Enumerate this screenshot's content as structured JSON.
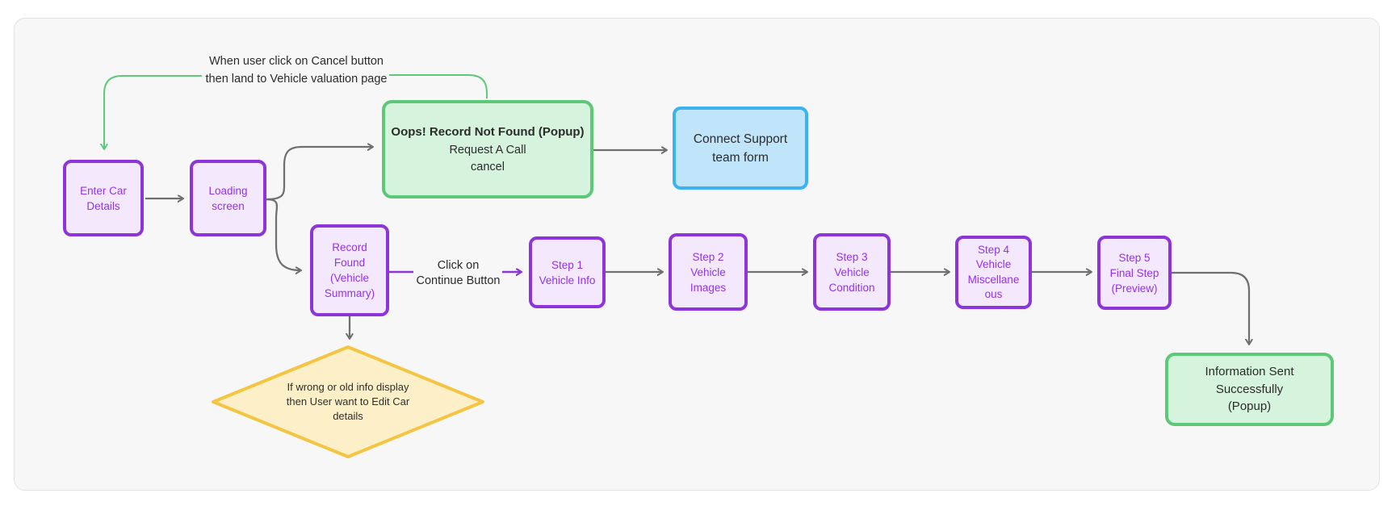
{
  "annotation": {
    "line1": "When user click on Cancel button",
    "line2": "then land to Vehicle valuation page"
  },
  "nodes": {
    "enter_car": {
      "lines": [
        "Enter Car",
        "Details"
      ]
    },
    "loading": {
      "lines": [
        "Loading",
        "screen"
      ]
    },
    "oops": {
      "title": "Oops! Record Not Found (Popup)",
      "lines": [
        "Request A Call",
        "cancel"
      ]
    },
    "support": {
      "lines": [
        "Connect Support",
        "team form"
      ]
    },
    "record_found": {
      "lines": [
        "Record",
        "Found",
        "(Vehicle",
        "Summary)"
      ]
    },
    "step1": {
      "lines": [
        "Step 1",
        "Vehicle Info"
      ]
    },
    "step2": {
      "lines": [
        "Step 2",
        "Vehicle",
        "Images"
      ]
    },
    "step3": {
      "lines": [
        "Step 3",
        "Vehicle",
        "Condition"
      ]
    },
    "step4": {
      "lines": [
        "Step 4",
        "Vehicle",
        "Miscellane",
        "ous"
      ]
    },
    "step5": {
      "lines": [
        "Step 5",
        "Final Step",
        "(Preview)"
      ]
    },
    "info_sent": {
      "lines": [
        "Information Sent",
        "Successfully",
        "(Popup)"
      ]
    },
    "decision": {
      "lines": [
        "If wrong or old info display",
        "then User want to Edit Car",
        "details"
      ]
    }
  },
  "edge_labels": {
    "continue": {
      "line1": "Click on",
      "line2": "Continue Button"
    }
  },
  "colors": {
    "purple_border": "#8d35d9",
    "purple_fill": "#f4e8fc",
    "purple_text": "#9333ea",
    "green_border": "#5cc878",
    "green_fill": "#d6f3de",
    "blue_border": "#3cb3ee",
    "blue_fill": "#c0e4f9",
    "yellow_border": "#f4c542",
    "yellow_fill": "#fdf0c9",
    "connector_gray": "#6f6f6f",
    "connector_green": "#5ec97b",
    "dark_text": "#2b2b2b",
    "canvas_bg": "#f7f7f8"
  }
}
